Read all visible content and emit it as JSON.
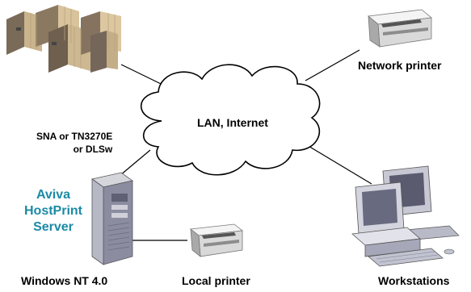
{
  "network": {
    "cloud_label": "LAN, Internet"
  },
  "devices": {
    "network_printer": "Network printer",
    "local_printer": "Local printer",
    "workstations": "Workstations",
    "server_os": "Windows NT 4.0"
  },
  "connection": {
    "protocol_line1": "SNA or TN3270E",
    "protocol_line2": "or DLSw"
  },
  "product": {
    "line1": "Aviva",
    "line2": "HostPrint",
    "line3": "Server",
    "color": "#1a8aa6"
  }
}
